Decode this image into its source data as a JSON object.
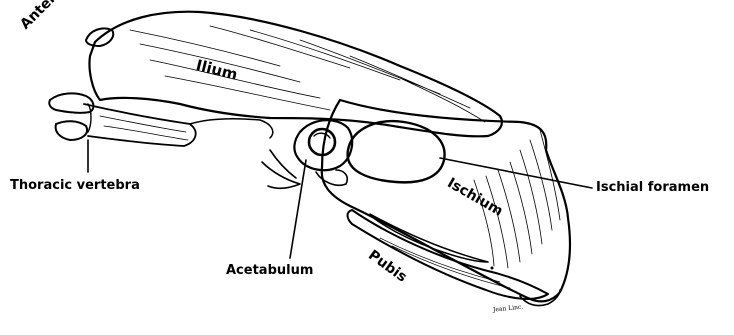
{
  "labels": {
    "anterior": "Anterior",
    "ilium": "Ilium",
    "thoracic_vertebra": "Thoracic vertebra",
    "ischium": "Ischium",
    "ischial_foramen": "Ischial foramen",
    "acetabulum": "Acetabulum",
    "pubis": "Pubis",
    "artist_signature": "Jean Linc."
  },
  "colors": {
    "ink": "#000000",
    "paper": "#ffffff"
  }
}
